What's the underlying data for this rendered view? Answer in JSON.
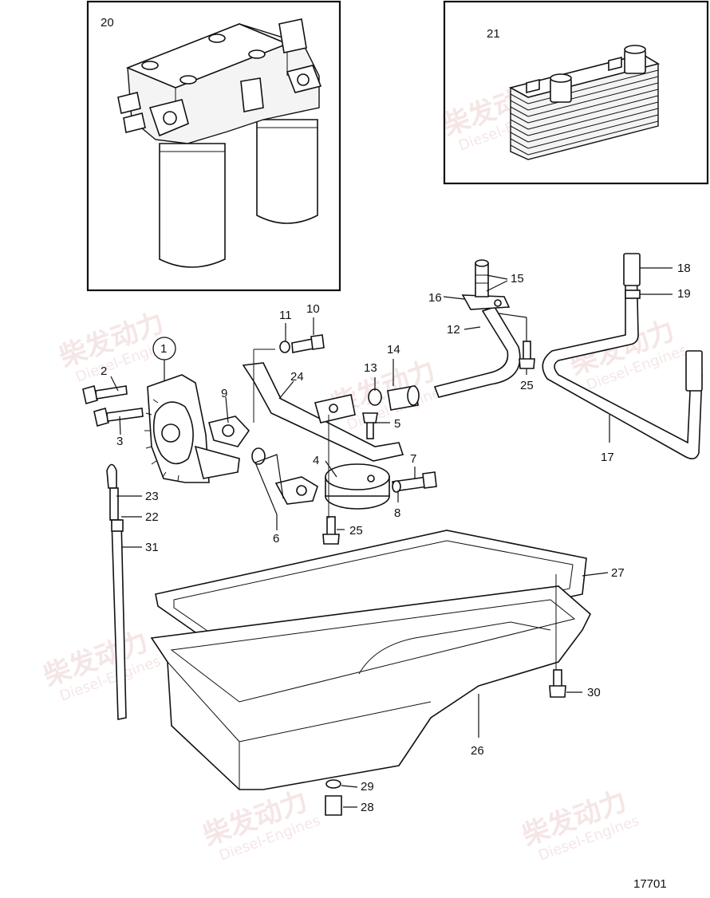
{
  "diagram": {
    "drawing_number": "17701",
    "inset_labels": {
      "left": "20",
      "right": "21"
    },
    "callouts": {
      "c1": "1",
      "c2": "2",
      "c3": "3",
      "c4": "4",
      "c5": "5",
      "c6": "6",
      "c7": "7",
      "c8": "8",
      "c9": "9",
      "c10": "10",
      "c11": "11",
      "c12": "12",
      "c13": "13",
      "c14": "14",
      "c15": "15",
      "c16": "16",
      "c17": "17",
      "c18": "18",
      "c19": "19",
      "c22": "22",
      "c23": "23",
      "c24": "24",
      "c25a": "25",
      "c25b": "25",
      "c26": "26",
      "c27": "27",
      "c28": "28",
      "c29": "29",
      "c30": "30",
      "c31": "31"
    },
    "watermark": {
      "brand": "柴发动力",
      "sub": "Diesel-Engines"
    }
  },
  "colors": {
    "line": "#111111",
    "background": "#ffffff",
    "watermark": "#e9c9c9"
  }
}
